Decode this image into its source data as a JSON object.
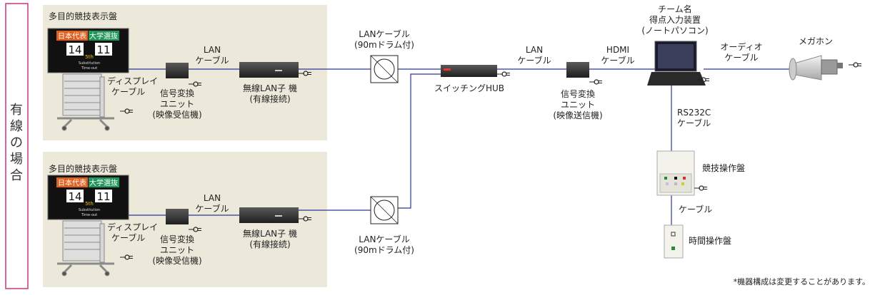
{
  "side_label": "有線の場合",
  "footnote": "*機器構成は変更することがあります。",
  "display_panels": [
    {
      "title": "多目的競技表示盤",
      "team_home": "日本代表",
      "team_away": "大学選抜",
      "score_home": "14",
      "score_away": "11",
      "period": "5th",
      "row_sub": "Substitution",
      "row_time": "Time-out",
      "display_cable": [
        "ディスプレイ",
        "ケーブル"
      ],
      "converter": [
        "信号変換",
        "ユニット",
        "(映像受信機)"
      ],
      "lan_cable": [
        "LAN",
        "ケーブル"
      ],
      "wireless": [
        "無線LAN子 機",
        "(有線接続)"
      ],
      "drum": [
        "LANケーブル",
        "(90mドラム付)"
      ]
    },
    {
      "title": "多目的競技表示盤",
      "team_home": "日本代表",
      "team_away": "大学選抜",
      "score_home": "14",
      "score_away": "11",
      "period": "5th",
      "row_sub": "Substitution",
      "row_time": "Time-out",
      "display_cable": [
        "ディスプレイ",
        "ケーブル"
      ],
      "converter": [
        "信号変換",
        "ユニット",
        "(映像受信機)"
      ],
      "lan_cable": [
        "LAN",
        "ケーブル"
      ],
      "wireless": [
        "無線LAN子 機",
        "(有線接続)"
      ],
      "drum": [
        "LANケーブル",
        "(90mドラム付)"
      ]
    }
  ],
  "switching_hub": "スイッチングHUB",
  "lan_cable_right": [
    "LAN",
    "ケーブル"
  ],
  "converter_right": [
    "信号変換",
    "ユニット",
    "(映像送信機)"
  ],
  "hdmi_cable": [
    "HDMI",
    "ケーブル"
  ],
  "laptop": [
    "チーム名",
    "得点入力装置",
    "(ノートパソコン)"
  ],
  "audio_cable": [
    "オーディオ",
    "ケーブル"
  ],
  "megaphone": "メガホン",
  "rs232c": [
    "RS232C",
    "ケーブル"
  ],
  "game_console": "競技操作盤",
  "cable": "ケーブル",
  "timer_console": "時間操作盤",
  "colors": {
    "panel_bg": "#ece9db",
    "line": "#2e3592",
    "frame": "#c8377a",
    "home_team": "#e0601e",
    "away_team": "#21965a"
  }
}
